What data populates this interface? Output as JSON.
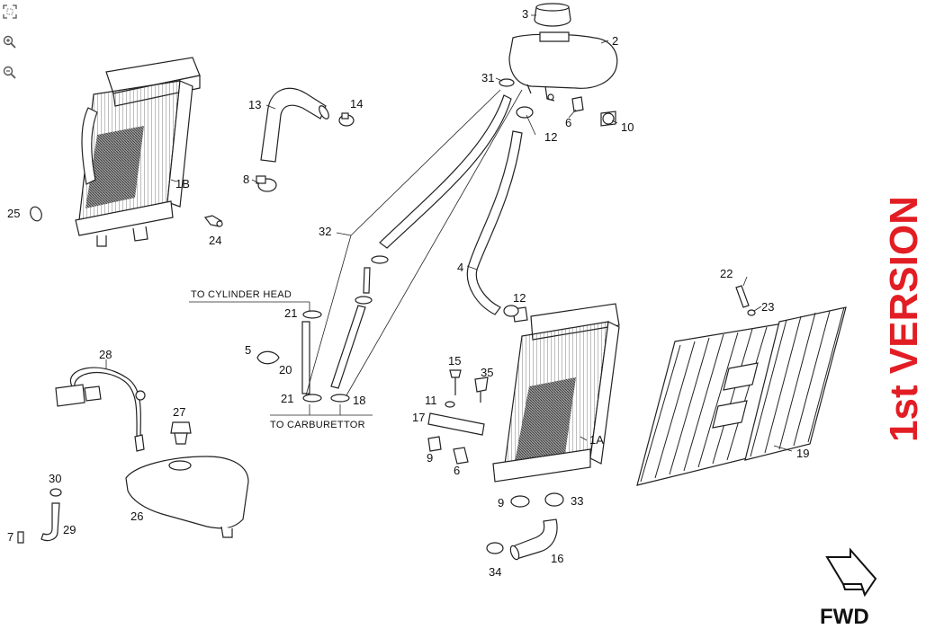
{
  "toolbar": {
    "fit_icon": "fit-screen-icon",
    "zoom_in_icon": "zoom-in-icon",
    "zoom_out_icon": "zoom-out-icon"
  },
  "diagram": {
    "version_label": "1st VERSION",
    "version_color": "#e21d24",
    "fwd_label": "FWD",
    "notes": {
      "cylinder_head": "TO CYLINDER HEAD",
      "carburettor": "TO CARBURETTOR"
    },
    "callouts": {
      "c1A": "1A",
      "c1B": "1B",
      "c2": "2",
      "c3": "3",
      "c4": "4",
      "c5": "5",
      "c6a": "6",
      "c6b": "6",
      "c7": "7",
      "c8": "8",
      "c9a": "9",
      "c9b": "9",
      "c10": "10",
      "c11": "11",
      "c12a": "12",
      "c12b": "12",
      "c13": "13",
      "c14": "14",
      "c15": "15",
      "c16": "16",
      "c17": "17",
      "c18": "18",
      "c19": "19",
      "c20": "20",
      "c21a": "21",
      "c21b": "21",
      "c22": "22",
      "c23": "23",
      "c24": "24",
      "c25": "25",
      "c26": "26",
      "c27": "27",
      "c28": "28",
      "c29": "29",
      "c30": "30",
      "c31": "31",
      "c32": "32",
      "c33": "33",
      "c34": "34",
      "c35": "35"
    }
  }
}
